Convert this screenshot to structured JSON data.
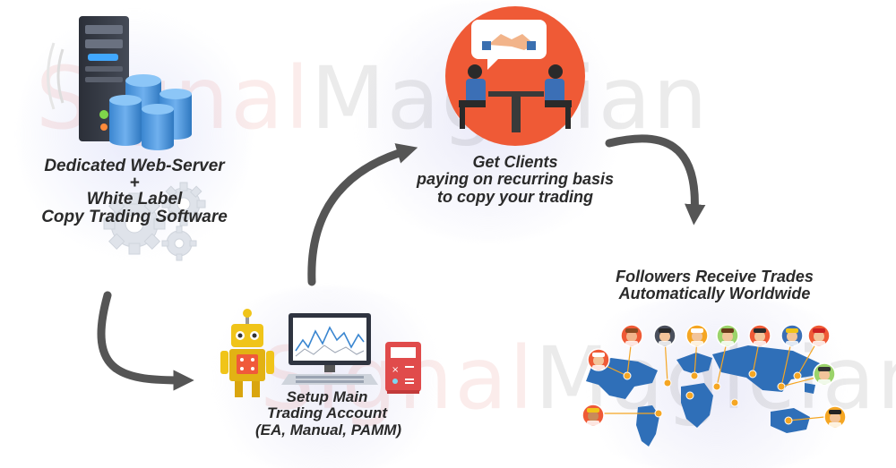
{
  "watermark": {
    "part_a": "Signal",
    "part_b": "Magician"
  },
  "steps": {
    "server": {
      "lines": [
        "Dedicated Web-Server",
        "+",
        "White Label",
        "Copy Trading Software"
      ]
    },
    "account": {
      "lines": [
        "Setup Main",
        "Trading Account",
        "(EA, Manual, PAMM)"
      ]
    },
    "clients": {
      "lines": [
        "Get Clients",
        "paying on recurring basis",
        "to copy your trading"
      ]
    },
    "followers": {
      "lines": [
        "Followers Receive Trades",
        "Automatically Worldwide"
      ]
    }
  },
  "colors": {
    "arrow": "#555555",
    "server_blue": "#3f8fd6",
    "circle_orange": "#ef5a36",
    "map_blue": "#2f6fb8",
    "pin_orange": "#f5a623",
    "robot_yellow": "#f0c419",
    "calculator_red": "#e04b4b"
  },
  "icons": [
    "server-icon",
    "gears-icon",
    "robot-icon",
    "trading-monitor-icon",
    "calculator-icon",
    "handshake-meeting-icon",
    "world-map-icon",
    "follower-avatar-icon"
  ]
}
